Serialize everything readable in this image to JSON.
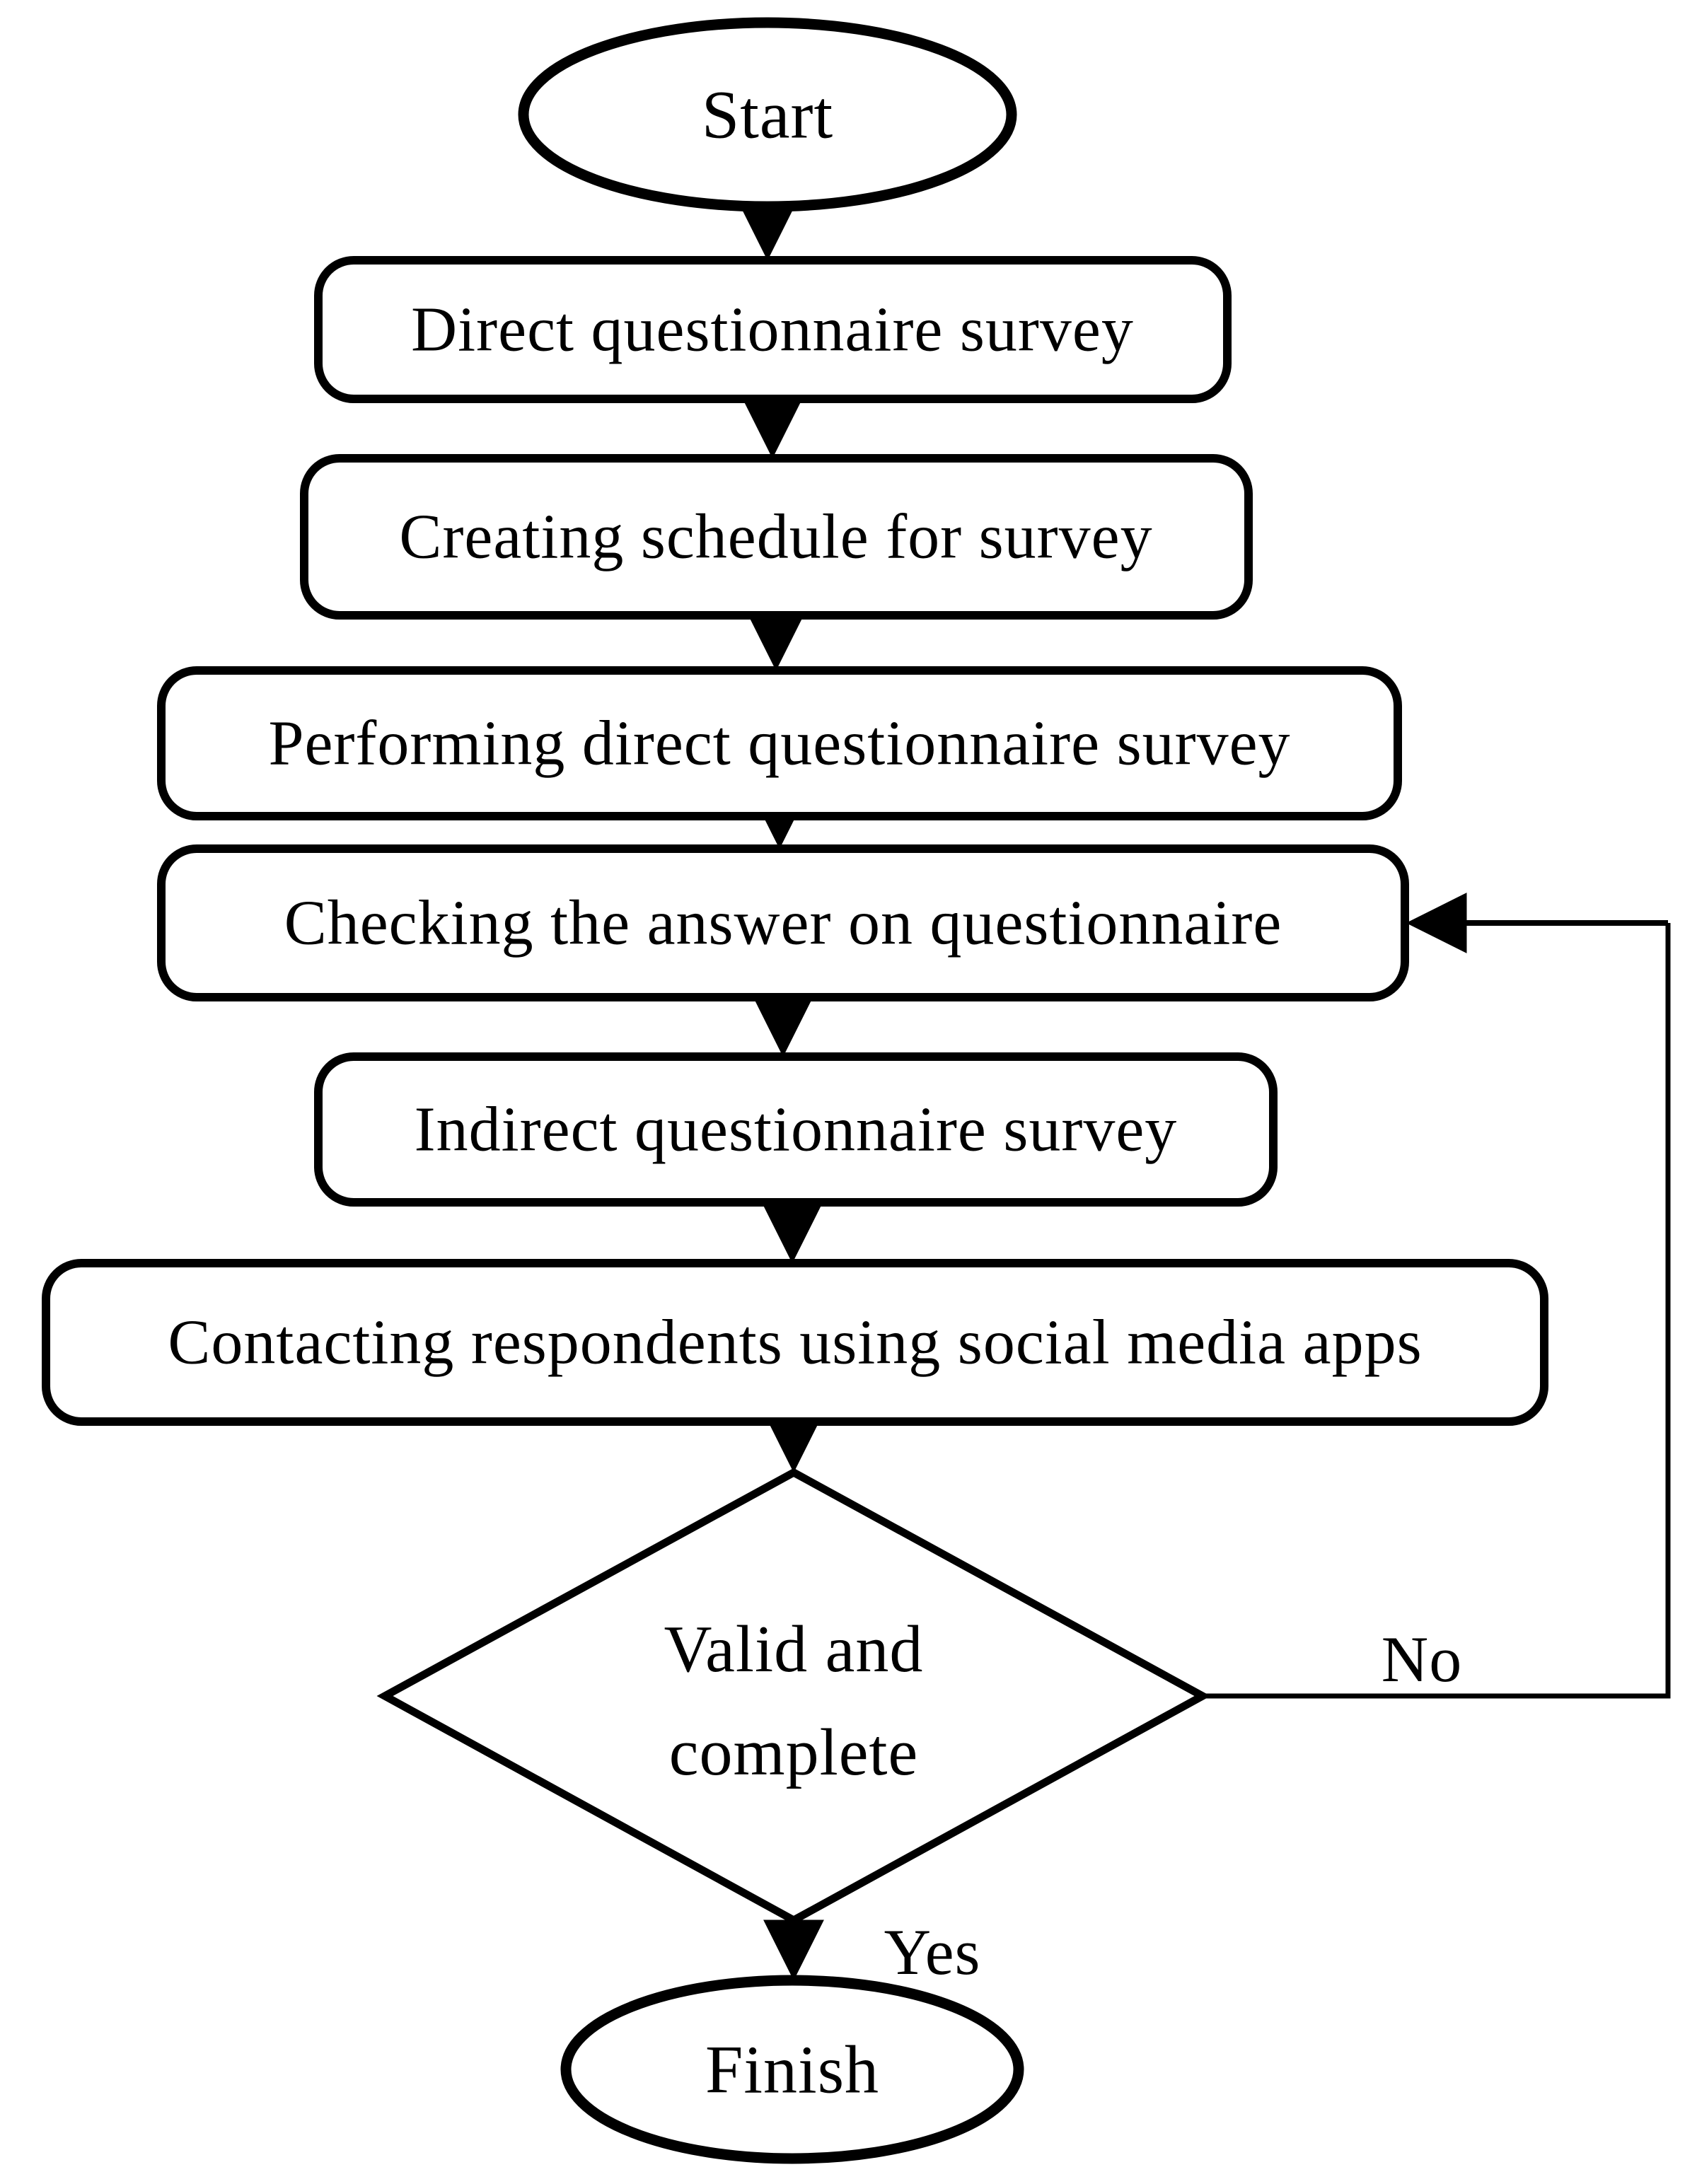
{
  "flowchart": {
    "background_color": "#ffffff",
    "node_fill_color": "#ffffff",
    "stroke_color": "#000000",
    "start": {
      "label": "Start"
    },
    "steps": [
      {
        "label": "Direct questionnaire survey"
      },
      {
        "label": "Creating schedule for survey"
      },
      {
        "label": "Performing direct questionnaire survey"
      },
      {
        "label": "Checking the answer on questionnaire"
      },
      {
        "label": "Indirect questionnaire survey"
      },
      {
        "label": "Contacting respondents using social media apps"
      }
    ],
    "decision": {
      "label_line1": "Valid and",
      "label_line2": "complete",
      "yes_label": "Yes",
      "no_label": "No"
    },
    "finish": {
      "label": "Finish"
    }
  }
}
